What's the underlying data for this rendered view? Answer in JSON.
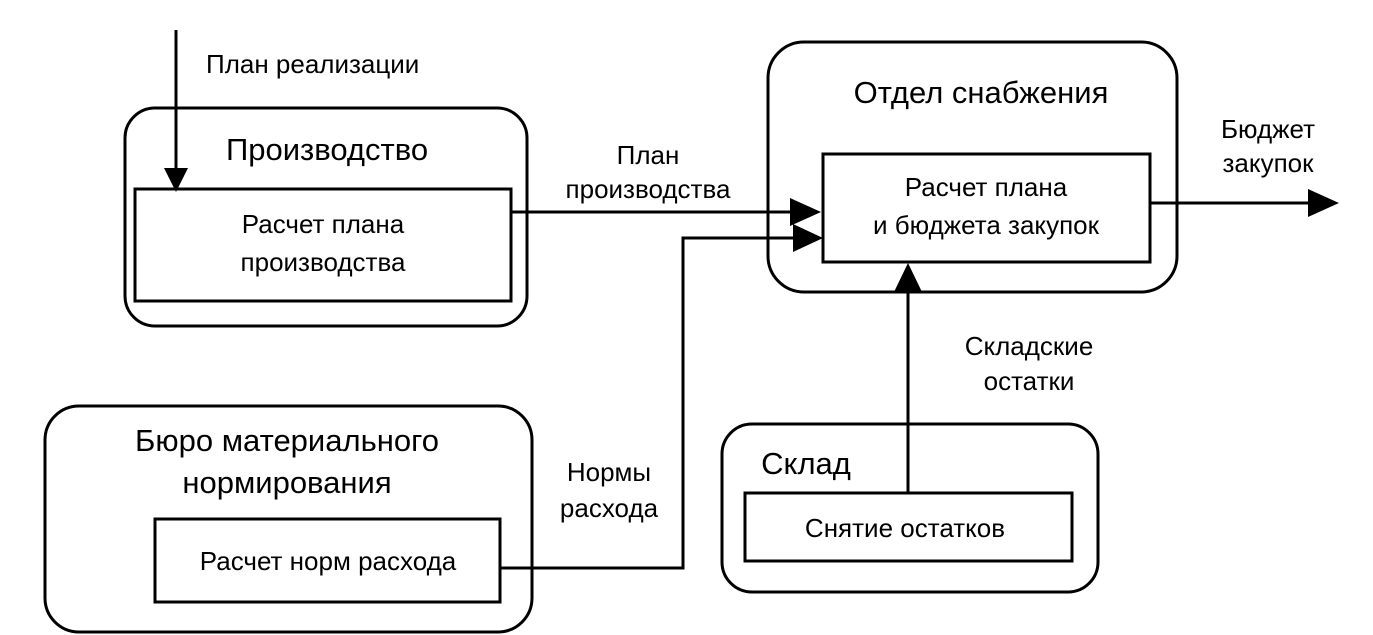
{
  "departments": {
    "production": {
      "title": "Производство",
      "process": [
        "Расчет плана",
        "производства"
      ]
    },
    "supply": {
      "title": "Отдел снабжения",
      "process": [
        "Расчет плана",
        "и бюджета закупок"
      ]
    },
    "norms_bureau": {
      "title": [
        "Бюро материального",
        "нормирования"
      ],
      "process": "Расчет норм расхода"
    },
    "warehouse": {
      "title": "Склад",
      "process": "Снятие остатков"
    }
  },
  "flows": {
    "sales_plan": "План реализации",
    "production_plan": [
      "План",
      "производства"
    ],
    "consumption_norms": [
      "Нормы",
      "расхода"
    ],
    "warehouse_stock": [
      "Складские",
      "остатки"
    ],
    "purchase_budget": [
      "Бюджет",
      "закупок"
    ]
  },
  "colors": {
    "stroke": "#000000",
    "background": "#ffffff"
  }
}
